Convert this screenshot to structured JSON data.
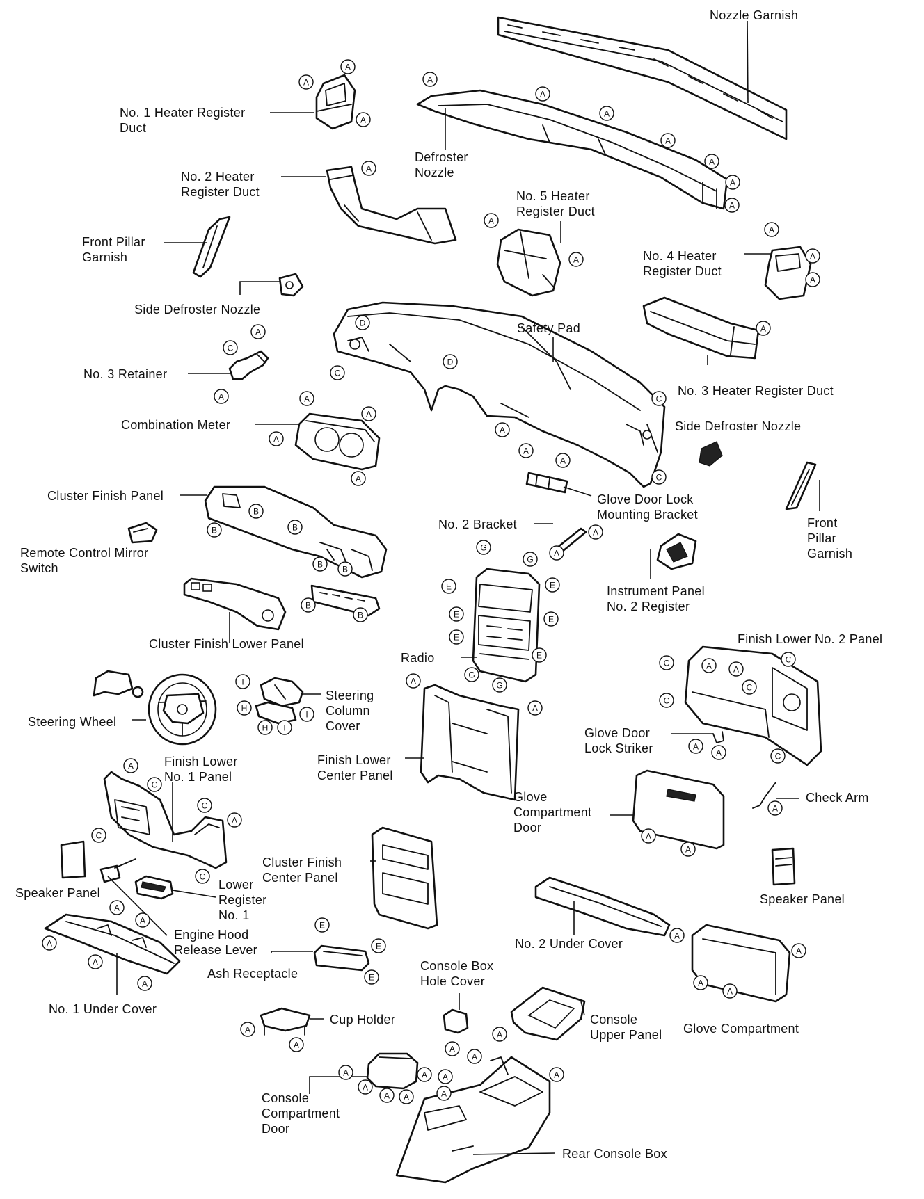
{
  "labels": {
    "nozzle_garnish": [
      "Nozzle Garnish"
    ],
    "no1_heater_register_duct": [
      "No. 1 Heater Register",
      "Duct"
    ],
    "defroster_nozzle": [
      "Defroster",
      "Nozzle"
    ],
    "no2_heater_register_duct": [
      "No. 2 Heater",
      "Register Duct"
    ],
    "no5_heater_register_duct": [
      "No. 5 Heater",
      "Register Duct"
    ],
    "front_pillar_garnish_left": [
      "Front Pillar",
      "Garnish"
    ],
    "no4_heater_register_duct": [
      "No. 4 Heater",
      "Register Duct"
    ],
    "side_defroster_nozzle_left": [
      "Side Defroster Nozzle"
    ],
    "safety_pad": [
      "Safety Pad"
    ],
    "no3_retainer": [
      "No. 3 Retainer"
    ],
    "no3_heater_register_duct": [
      "No. 3 Heater Register Duct"
    ],
    "combination_meter": [
      "Combination Meter"
    ],
    "side_defroster_nozzle_right": [
      "Side Defroster Nozzle"
    ],
    "cluster_finish_panel": [
      "Cluster Finish Panel"
    ],
    "glove_door_lock_mounting_bracket": [
      "Glove Door Lock",
      "Mounting Bracket"
    ],
    "front_pillar_garnish_right": [
      "Front",
      "Pillar",
      "Garnish"
    ],
    "no2_bracket": [
      "No. 2 Bracket"
    ],
    "remote_control_mirror_switch": [
      "Remote Control Mirror",
      "Switch"
    ],
    "instrument_panel_no2_register": [
      "Instrument Panel",
      "No. 2 Register"
    ],
    "cluster_finish_lower_panel": [
      "Cluster Finish Lower Panel"
    ],
    "finish_lower_no2_panel": [
      "Finish Lower No. 2 Panel"
    ],
    "radio": [
      "Radio"
    ],
    "steering_column_cover": [
      "Steering",
      "Column",
      "Cover"
    ],
    "steering_wheel": [
      "Steering Wheel"
    ],
    "glove_door_lock_striker": [
      "Glove Door",
      "Lock Striker"
    ],
    "finish_lower_no1_panel": [
      "Finish Lower",
      "No. 1 Panel"
    ],
    "finish_lower_center_panel": [
      "Finish Lower",
      "Center Panel"
    ],
    "check_arm": [
      "Check Arm"
    ],
    "glove_compartment_door": [
      "Glove",
      "Compartment",
      "Door"
    ],
    "cluster_finish_center_panel": [
      "Cluster Finish",
      "Center Panel"
    ],
    "speaker_panel_left": [
      "Speaker Panel"
    ],
    "lower_register_no1": [
      "Lower",
      "Register",
      "No. 1"
    ],
    "speaker_panel_right": [
      "Speaker Panel"
    ],
    "engine_hood_release_lever": [
      "Engine Hood",
      "Release Lever"
    ],
    "no2_under_cover": [
      "No. 2 Under Cover"
    ],
    "ash_receptacle": [
      "Ash Receptacle"
    ],
    "no1_under_cover": [
      "No. 1 Under Cover"
    ],
    "console_box_hole_cover": [
      "Console Box",
      "Hole Cover"
    ],
    "cup_holder": [
      "Cup Holder"
    ],
    "console_upper_panel": [
      "Console",
      "Upper Panel"
    ],
    "glove_compartment": [
      "Glove Compartment"
    ],
    "console_compartment_door": [
      "Console",
      "Compartment",
      "Door"
    ],
    "rear_console_box": [
      "Rear Console Box"
    ]
  },
  "markers": {
    "A": "A",
    "B": "B",
    "C": "C",
    "D": "D",
    "E": "E",
    "G": "G",
    "H": "H",
    "I": "I"
  }
}
